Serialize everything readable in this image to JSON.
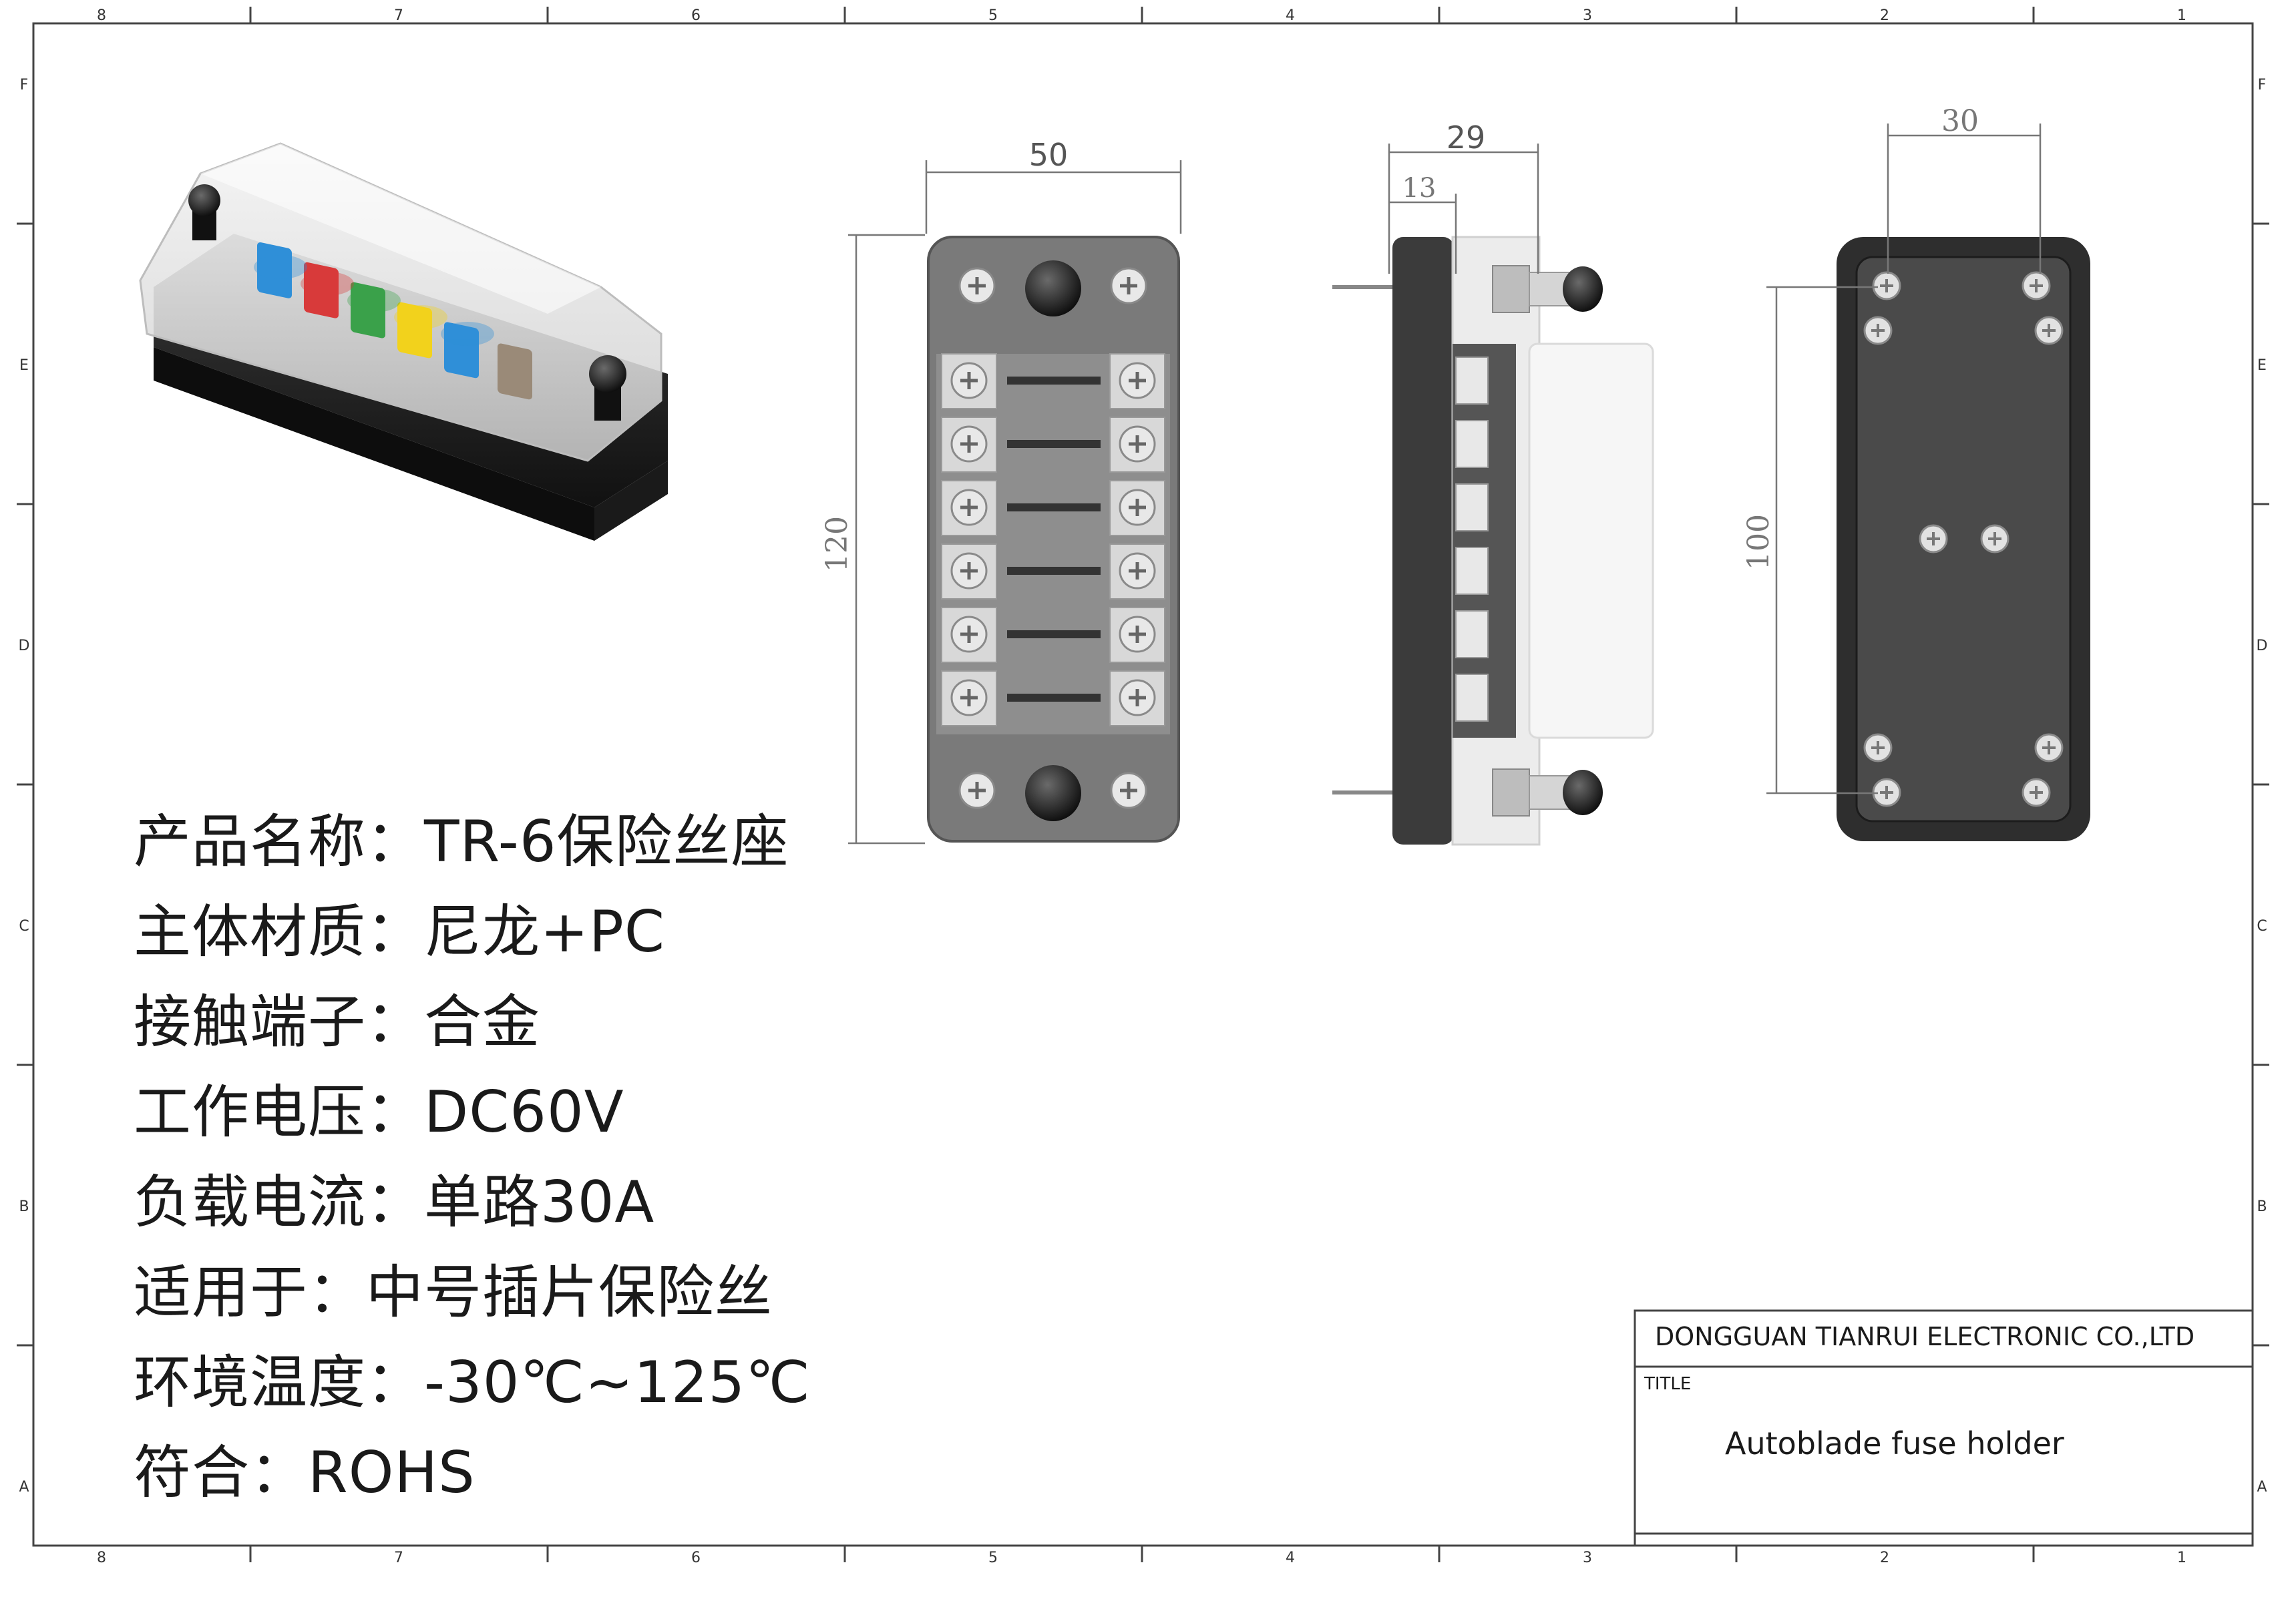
{
  "frame": {
    "column_labels": [
      "8",
      "7",
      "6",
      "5",
      "4",
      "3",
      "2",
      "1"
    ],
    "row_labels": [
      "F",
      "E",
      "D",
      "C",
      "B",
      "A"
    ]
  },
  "dimensions": {
    "front_width": "50",
    "front_height": "120",
    "side_width": "29",
    "side_offset": "13",
    "back_spacing_x": "30",
    "back_spacing_y": "100"
  },
  "specs": [
    {
      "label": "产品名称",
      "sep": "：",
      "value": "TR-6保险丝座"
    },
    {
      "label": "主体材质",
      "sep": "：",
      "value": "尼龙+PC"
    },
    {
      "label": "接触端子",
      "sep": "：",
      "value": "合金"
    },
    {
      "label": "工作电压",
      "sep": "：",
      "value": "DC60V"
    },
    {
      "label": "负载电流",
      "sep": "：",
      "value": "单路30A"
    },
    {
      "label": "适用于",
      "sep": "：",
      "value": "中号插片保险丝"
    },
    {
      "label": "环境温度",
      "sep": "：",
      "value": "-30℃~125℃"
    },
    {
      "label": "符合",
      "sep": "：",
      "value": "ROHS"
    }
  ],
  "title_block": {
    "company": "DONGGUAN TIANRUI ELECTRONIC CO.,LTD",
    "title_label": "TITLE",
    "title": "Autoblade fuse holder"
  },
  "fuse_colors": [
    "#2f8fd8",
    "#d83a3a",
    "#3aa14a",
    "#f2d21c",
    "#2f8fd8",
    "#9a8a78"
  ]
}
